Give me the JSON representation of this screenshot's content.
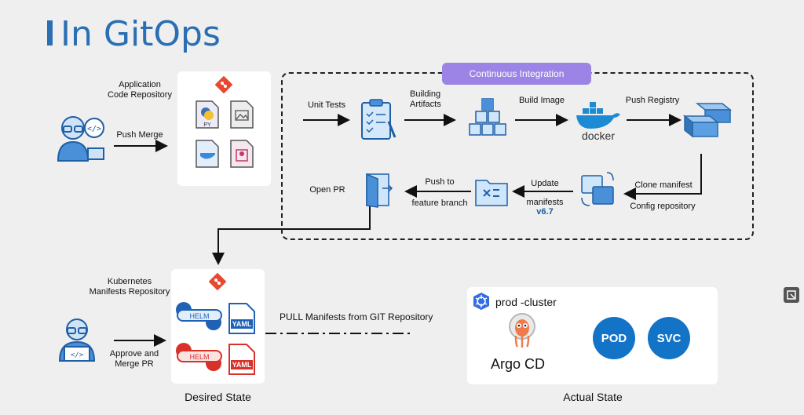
{
  "title": "In GitOps",
  "labels": {
    "app_repo": "Application\nCode Repository",
    "push_merge": "Push Merge",
    "ci": "Continuous Integration",
    "unit_tests": "Unit Tests",
    "building_artifacts": "Building\nArtifacts",
    "build_image": "Build Image",
    "push_registry": "Push Registry",
    "clone_manifest": "Clone manifest",
    "config_repo": "Config repository",
    "update": "Update",
    "manifests": "manifests",
    "version": "v6.7",
    "push_to": "Push to",
    "feature_branch": "feature branch",
    "open_pr": "Open PR",
    "k8s_repo": "Kubernetes\nManifests Repository",
    "approve_merge": "Approve and\nMerge PR",
    "pull_manifests": "PULL Manifests from  GIT Repository",
    "desired_state": "Desired State",
    "actual_state": "Actual State",
    "cluster": "prod -cluster",
    "argo": "Argo CD",
    "pod": "POD",
    "svc": "SVC",
    "docker": "docker",
    "helm": "HELM",
    "yaml": "YAML",
    "py": "PY"
  },
  "colors": {
    "accent": "#2a6fb3",
    "ci_pill": "#9b84e6",
    "git_red": "#e8482f",
    "k8s_blue": "#1273c7",
    "icon_blue": "#4a90d9"
  }
}
